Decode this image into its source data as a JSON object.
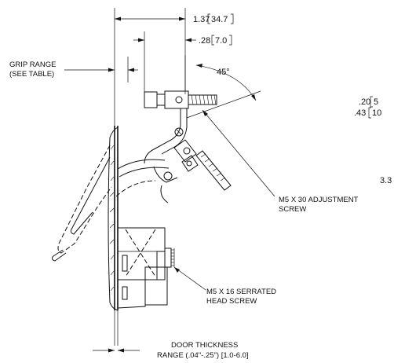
{
  "labels": {
    "dim_137": "1.37",
    "dim_137_mm": "34.7",
    "dim_28": ".28",
    "dim_28_mm": "7.0",
    "angle": "45°",
    "grip_range_1": "GRIP RANGE",
    "grip_range_2": "(SEE TABLE)",
    "dim_20": ".20",
    "dim_20_mm": "5",
    "dim_43": ".43",
    "dim_43_mm": "10",
    "adj_screw_1": "M5 X 30 ADJUSTMENT",
    "adj_screw_2": "SCREW",
    "dim_33": "3.3",
    "serrated_1": "M5 X 16 SERRATED",
    "serrated_2": "HEAD SCREW",
    "door_1": "DOOR THICKNESS",
    "door_2": "RANGE (.04\"-.25\") [1.0-6.0]"
  },
  "colors": {
    "ink": "#111111",
    "background": "#ffffff"
  }
}
